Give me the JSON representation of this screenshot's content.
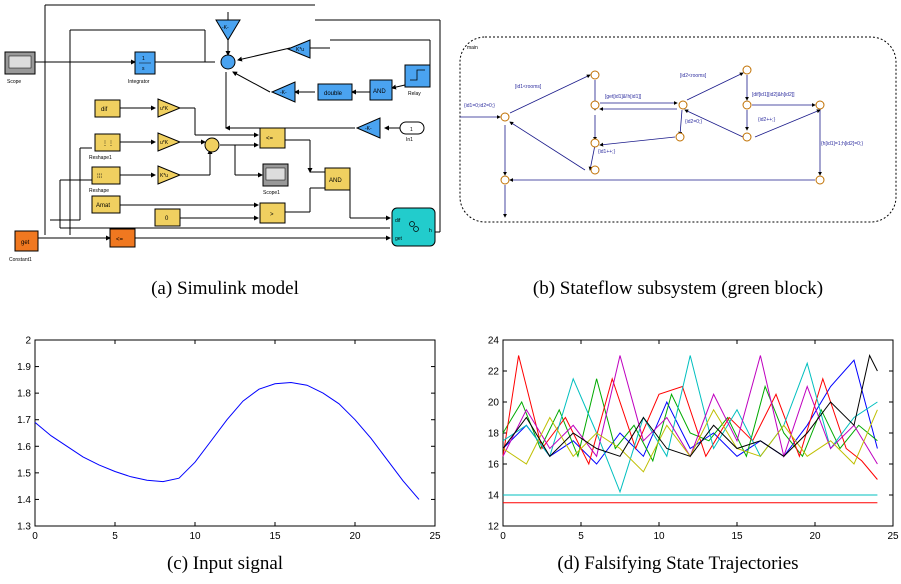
{
  "captions": {
    "a": "(a) Simulink model",
    "b": "(b) Stateflow subsystem (green block)",
    "c": "(c) Input signal",
    "d": "(d) Falsifying State Trajectories"
  },
  "simulink": {
    "blocks": {
      "scope": "Scope",
      "integrator_frac": "1\ns",
      "integrator": "Integrator",
      "gain_top": "-K-",
      "gain_k": "K*u",
      "dif": "dif",
      "gain_uk1": "u*K",
      "reshape1": "Reshape1",
      "gain_uk2": "u*K",
      "reshape": "Reshape",
      "gain_ku": "K*u",
      "amat": "Amat",
      "zero": "0",
      "gain_neg1": "-K-",
      "double": "double",
      "and1": "AND",
      "relay": "Relay",
      "gain_neg2": "-K-",
      "in1_num": "1",
      "in1": "In1",
      "le1": "<=",
      "scope1": "Scope1",
      "and2": "AND",
      "gt": ">",
      "get": "get",
      "constant1": "Constant1",
      "le2": "<=",
      "chart_in1": "dif",
      "chart_in2": "get",
      "chart_out": "h"
    }
  },
  "stateflow": {
    "main": "main",
    "labels": {
      "init": "{id1=0;id2=0;}",
      "id1_rooms": "[id1<rooms]",
      "get_cond": "[get[id1]&!h[id1]]",
      "id1_inc": "{id1++;}",
      "id2_rooms": "[id2<rooms]",
      "id2_reset": "{id2=0;}",
      "dif_cond": "[dif[id1][id2]&h[id2]]",
      "id2_inc": "{id2++;}",
      "h_assign": "{h[id1]=1;h[id2]=0;}"
    }
  },
  "chart_data": [
    {
      "type": "line",
      "title": "",
      "xlabel": "",
      "ylabel": "",
      "xlim": [
        0,
        25
      ],
      "ylim": [
        1.3,
        2
      ],
      "xticks": [
        "0",
        "5",
        "10",
        "15",
        "20",
        "25"
      ],
      "yticks": [
        "1.3",
        "1.4",
        "1.5",
        "1.6",
        "1.7",
        "1.8",
        "1.9",
        "2"
      ],
      "series": [
        {
          "color": "#0000ff",
          "x": [
            0,
            1,
            2,
            3,
            4,
            5,
            6,
            7,
            8,
            9,
            10,
            11,
            12,
            13,
            14,
            15,
            16,
            17,
            18,
            19,
            20,
            21,
            22,
            23,
            24
          ],
          "y": [
            1.69,
            1.64,
            1.6,
            1.56,
            1.53,
            1.505,
            1.485,
            1.472,
            1.467,
            1.48,
            1.54,
            1.62,
            1.7,
            1.77,
            1.815,
            1.835,
            1.84,
            1.83,
            1.8,
            1.76,
            1.7,
            1.63,
            1.55,
            1.47,
            1.4
          ]
        }
      ]
    },
    {
      "type": "line",
      "title": "",
      "xlabel": "",
      "ylabel": "",
      "xlim": [
        0,
        25
      ],
      "ylim": [
        12,
        24
      ],
      "xticks": [
        "0",
        "5",
        "10",
        "15",
        "20",
        "25"
      ],
      "yticks": [
        "12",
        "14",
        "16",
        "18",
        "20",
        "22",
        "24"
      ],
      "series": [
        {
          "color": "#0000ff",
          "x": [
            0,
            1.5,
            3,
            4.5,
            6,
            7.5,
            9,
            10.5,
            12,
            13.5,
            15,
            16.5,
            18,
            19.5,
            21,
            22.5,
            24
          ],
          "y": [
            17,
            18.5,
            16.5,
            17.5,
            16,
            18,
            16.5,
            20,
            17,
            18,
            16.5,
            17.5,
            16.5,
            18.5,
            21,
            22.7,
            17
          ]
        },
        {
          "color": "#00aa00",
          "x": [
            0,
            1.2,
            2.4,
            3.6,
            4.8,
            6,
            7.2,
            8.4,
            9.6,
            10.8,
            12,
            13.2,
            14.4,
            15.6,
            16.8,
            18,
            19.2,
            20.4,
            21.6,
            22.8,
            24
          ],
          "y": [
            18,
            20,
            17,
            19.5,
            16.5,
            21.5,
            17,
            18.5,
            16.2,
            20.5,
            18,
            17.5,
            19,
            16.5,
            21,
            18,
            16.5,
            19.5,
            17,
            18.5,
            17.5
          ]
        },
        {
          "color": "#ff0000",
          "x": [
            0,
            1,
            2.5,
            4,
            5.5,
            7,
            8.5,
            10,
            11.5,
            13,
            14.5,
            16,
            17.5,
            19,
            20.5,
            22,
            23,
            24
          ],
          "y": [
            16.5,
            23,
            17,
            19,
            16,
            21.5,
            17,
            20.5,
            21,
            16.5,
            19,
            17.5,
            20.5,
            16.5,
            21.5,
            17,
            16.2,
            15
          ]
        },
        {
          "color": "#00bfbf",
          "x": [
            0,
            1.5,
            3,
            4.5,
            6,
            7.5,
            9,
            10.5,
            12,
            13.5,
            15,
            16.5,
            18,
            19.5,
            21,
            22.5,
            24
          ],
          "y": [
            17.5,
            18.5,
            16.5,
            21.5,
            18,
            14.2,
            19,
            16.5,
            23,
            17,
            19.5,
            16.5,
            18.5,
            22.5,
            17,
            19,
            20
          ]
        },
        {
          "color": "#bf00bf",
          "x": [
            0,
            1.5,
            3,
            4.5,
            6,
            7.5,
            9,
            10.5,
            12,
            13.5,
            15,
            16.5,
            18,
            19.5,
            21,
            22.5,
            24
          ],
          "y": [
            16.5,
            19.5,
            17,
            18.5,
            16.5,
            23,
            17.5,
            19,
            16.5,
            20.5,
            17.5,
            23,
            16.5,
            21,
            17,
            18.5,
            16
          ]
        },
        {
          "color": "#bfbf00",
          "x": [
            0,
            1.5,
            3,
            4.5,
            6,
            7.5,
            9,
            10.5,
            12,
            13.5,
            15,
            16.5,
            18,
            19.5,
            21,
            22.5,
            24
          ],
          "y": [
            17,
            16,
            19,
            16.5,
            18,
            17,
            15.5,
            18.5,
            16.5,
            19.5,
            17,
            16.5,
            18.5,
            16.5,
            17.5,
            16,
            19.5
          ]
        },
        {
          "color": "#000000",
          "x": [
            0,
            1.5,
            3,
            4.5,
            6,
            7.5,
            9,
            10.5,
            12,
            13.5,
            15,
            16.5,
            18,
            19.5,
            21,
            22.5,
            23.5,
            24
          ],
          "y": [
            17,
            19,
            16.5,
            18,
            17,
            16.5,
            19,
            17,
            16.5,
            18.5,
            17,
            17.5,
            16.5,
            18,
            20,
            18.5,
            23,
            22
          ]
        },
        {
          "color": "#00bfbf",
          "x": [
            0,
            24
          ],
          "y": [
            14,
            14
          ]
        },
        {
          "color": "#ff0000",
          "x": [
            0,
            24
          ],
          "y": [
            13.5,
            13.5
          ]
        }
      ]
    }
  ]
}
